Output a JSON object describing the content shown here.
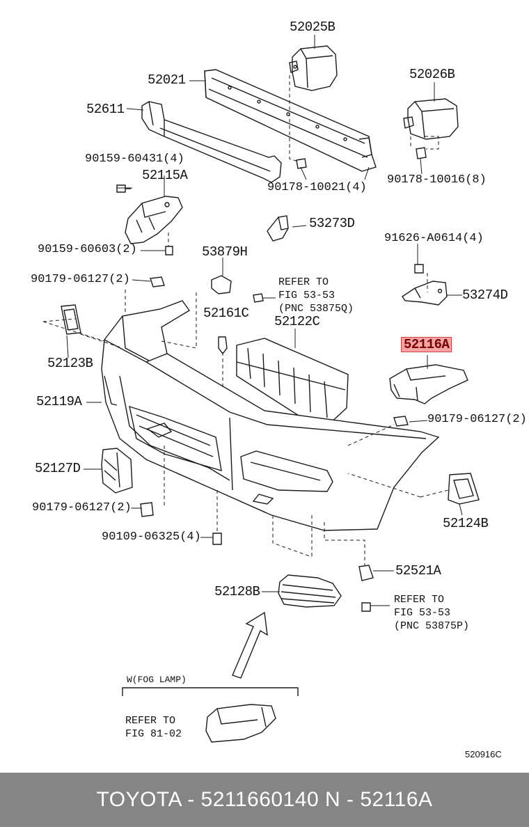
{
  "labels": {
    "p52025B": "52025B",
    "p52021": "52021",
    "p52026B": "52026B",
    "p52611": "52611",
    "p90159_60431": "90159-60431(4)",
    "p52115A": "52115A",
    "p90178_10021": "90178-10021(4)",
    "p90178_10016": "90178-10016(8)",
    "p53273D": "53273D",
    "p90159_60603": "90159-60603(2)",
    "p91626": "91626-A0614(4)",
    "p53879H": "53879H",
    "p90179_a": "90179-06127(2)",
    "refer_53750": "REFER TO\nFIG 53-53\n(PNC 53875Q)",
    "p53274D": "53274D",
    "p52161C": "52161C",
    "p52122C": "52122C",
    "p52116A": "52116A",
    "p52123B": "52123B",
    "p52119A": "52119A",
    "p90179_b": "90179-06127(2)",
    "p52127D": "52127D",
    "p90179_c": "90179-06127(2)",
    "p52124B": "52124B",
    "p90109": "90109-06325(4)",
    "p52521A": "52521A",
    "p52128B": "52128B",
    "refer_5387P": "REFER TO\nFIG 53-53\n(PNC 53875P)",
    "fog_lamp": "W(FOG LAMP)",
    "refer_81": "REFER TO\nFIG 81-02"
  },
  "diagram_code": "520916C",
  "footer": {
    "text": "TOYOTA - 5211660140     N - 52116A"
  },
  "highlight_color": "#f4a6a6"
}
